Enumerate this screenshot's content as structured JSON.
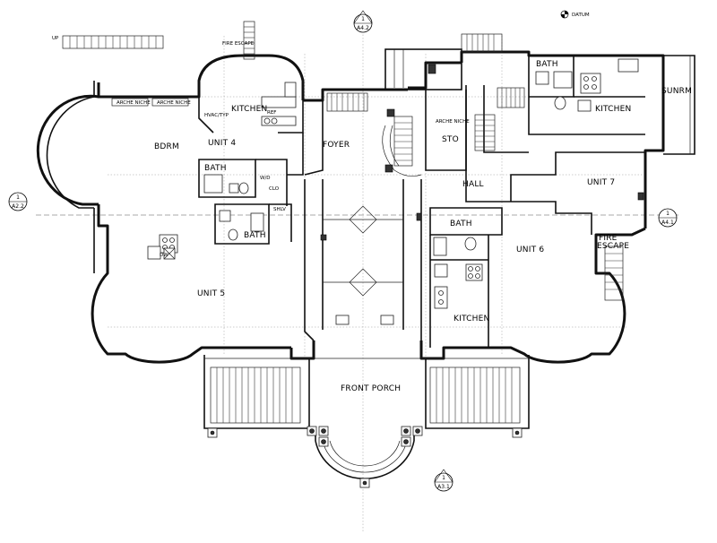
{
  "rooms": {
    "bdrm": "BDRM",
    "unit4": "UNIT 4",
    "kitchen4": "KITCHEN",
    "foyer": "FOYER",
    "sto": "STO",
    "bath7": "BATH",
    "kitchen7": "KITCHEN",
    "sunrm": "SUNRM",
    "hall": "HALL",
    "unit7": "UNIT 7",
    "bath4": "BATH",
    "bath5": "BATH",
    "unit5": "UNIT 5",
    "bath6": "BATH",
    "unit6": "UNIT 6",
    "fire_escape_1": "FIRE",
    "fire_escape_2": "ESCAPE",
    "kitchen6": "KITCHEN",
    "front_porch": "FRONT PORCH"
  },
  "section_markers": {
    "top": {
      "num": "1",
      "sheet": "A4.2"
    },
    "left": {
      "num": "1",
      "sheet": "A2.2"
    },
    "right": {
      "num": "1",
      "sheet": "A4.1"
    },
    "bottom": {
      "num": "1",
      "sheet": "A3.1"
    }
  },
  "annotations": {
    "datum": "DATUM",
    "up": "UP",
    "fire_escape_note": "FIRE ESCAPE",
    "arch_niche_1": "ARCHE NICHE",
    "arch_niche_2": "ARCHE NICHE",
    "arch_niche_3": "ARCHE NICHE",
    "wd": "W/D",
    "clo": "CLO",
    "shlv": "SHLV",
    "ref": "REF",
    "dw": "DW",
    "hvac": "HVAC/TYP"
  }
}
